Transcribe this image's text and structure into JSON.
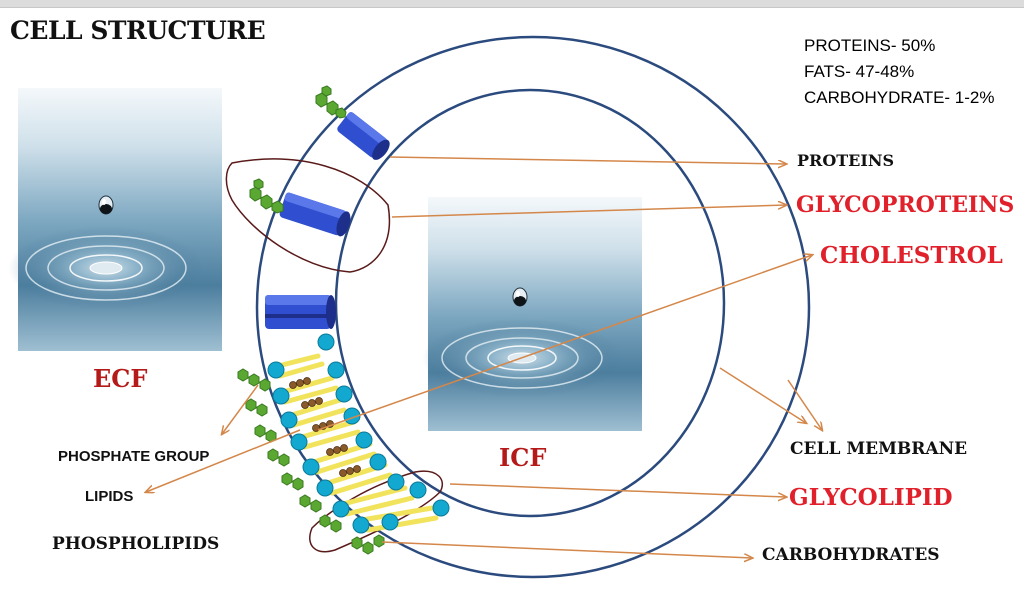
{
  "title": "CELL STRUCTURE",
  "composition": [
    "PROTEINS- 50%",
    "FATS- 47-48%",
    "CARBOHYDRATE- 1-2%"
  ],
  "labels": {
    "proteins": "PROTEINS",
    "glycoproteins": "GLYCOPROTEINS",
    "cholestrol": "CHOLESTROL",
    "cell_membrane": "CELL MEMBRANE",
    "glycolipid": "GLYCOLIPID",
    "carbohydrates": "CARBOHYDRATES",
    "phosphate_group": "PHOSPHATE GROUP",
    "lipids": "LIPIDS",
    "phospholipids": "PHOSPHOLIPIDS",
    "ecf": "ECF",
    "icf": "ICF"
  },
  "colors": {
    "membrane_outline": "#2b4a7e",
    "arrow": "#d4874a",
    "label_red": "#e0202a",
    "protein_blue": "#2f4fd0",
    "phosphate_head": "#12a8cf",
    "lipid_tail": "#f2e35c",
    "carbohydrate_green": "#5aa832",
    "highlight_circle": "#5a1a1a"
  }
}
